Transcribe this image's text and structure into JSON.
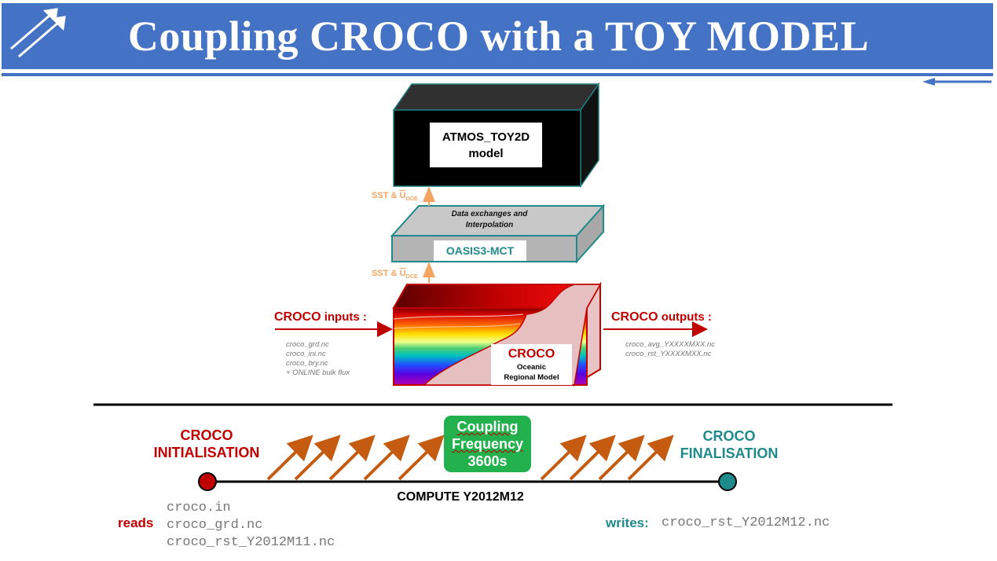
{
  "title": "Coupling CROCO with a TOY MODEL",
  "atmos": {
    "line1": "ATMOS_TOY2D",
    "line2": "model"
  },
  "oasis": {
    "name": "OASIS3-MCT",
    "desc_line1": "Data exchanges and",
    "desc_line2": "Interpolation"
  },
  "exchange_label": {
    "prefix": "SST & ",
    "var": "U",
    "sub": "OCE"
  },
  "croco_model": {
    "name": "CROCO",
    "line1": "Oceanic",
    "line2": "Regional Model"
  },
  "inputs": {
    "label_big": "CROCO",
    "label_rest": " inputs :",
    "files": [
      "croco_grd.nc",
      "croco_ini.nc",
      "croco_bry.nc",
      "+ ONLINE bulk flux"
    ]
  },
  "outputs": {
    "label_big": "CROCO",
    "label_rest": " outputs :",
    "files": [
      "croco_avg_YXXXXMXX.nc",
      "croco_rst_YXXXXMXX.nc"
    ]
  },
  "timeline": {
    "init_line1": "CROCO",
    "init_line2": "INITIALISATION",
    "final_line1": "CROCO",
    "final_line2": "FINALISATION",
    "coupling_line1": "Coupling",
    "coupling_line2": "Frequency",
    "coupling_line3": "3600s",
    "compute_label": "COMPUTE Y2012M12",
    "reads_label": "reads",
    "reads_files": [
      "croco.in",
      "croco_grd.nc",
      "croco_rst_Y2012M11.nc"
    ],
    "writes_label": "writes:",
    "writes_file": "croco_rst_Y2012M12.nc"
  },
  "colors": {
    "banner": "#4472c4",
    "croco_red": "#c00000",
    "teal": "#1f8a8a",
    "coupling_green": "#22b14c",
    "arrow_orange": "#c55a11",
    "exchange_orange": "#f4a460"
  }
}
